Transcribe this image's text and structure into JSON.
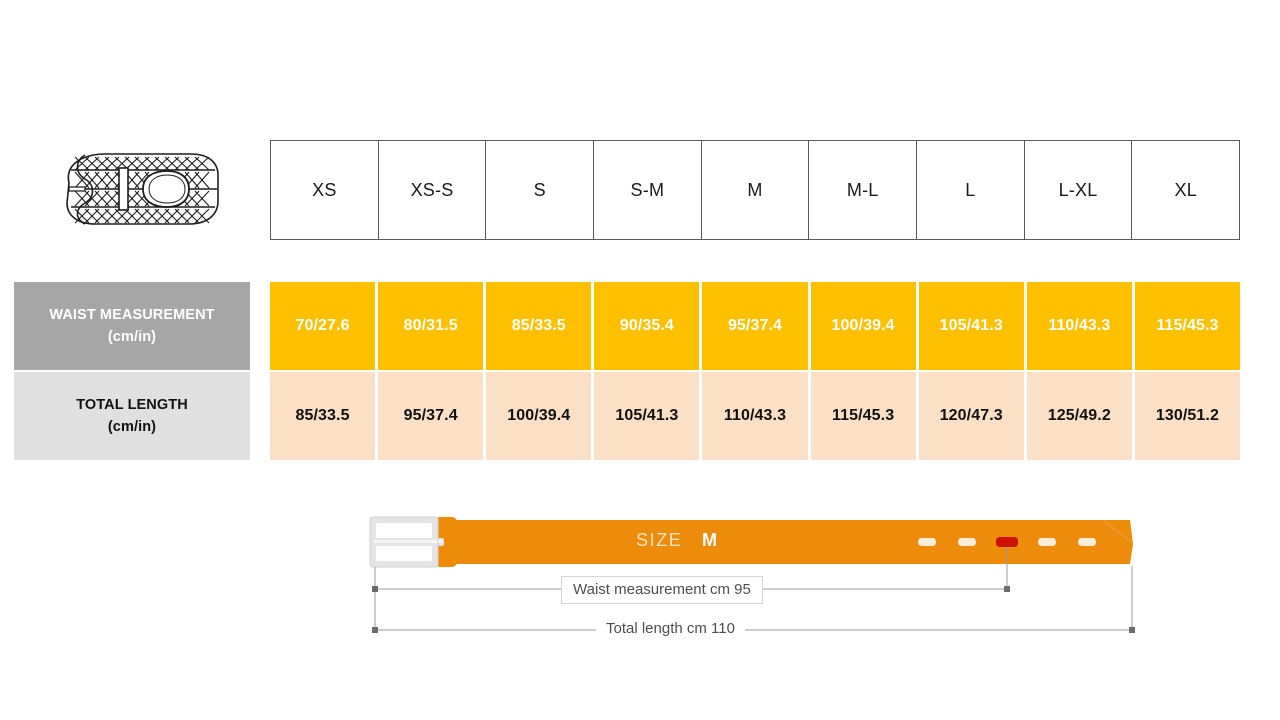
{
  "product_icon": {
    "name": "braided-belt-icon",
    "alt": "coiled braided belt"
  },
  "size_table": {
    "sizes": [
      "XS",
      "XS-S",
      "S",
      "S-M",
      "M",
      "M-L",
      "L",
      "L-XL",
      "XL"
    ],
    "rows": [
      {
        "label_line1": "WAIST MEASUREMENT",
        "label_line2": "(cm/in)",
        "values": [
          "70/27.6",
          "80/31.5",
          "85/33.5",
          "90/35.4",
          "95/37.4",
          "100/39.4",
          "105/41.3",
          "110/43.3",
          "115/45.3"
        ]
      },
      {
        "label_line1": "TOTAL LENGTH",
        "label_line2": "(cm/in)",
        "values": [
          "85/33.5",
          "95/37.4",
          "100/39.4",
          "105/41.3",
          "110/43.3",
          "115/45.3",
          "120/47.3",
          "125/49.2",
          "130/51.2"
        ]
      }
    ]
  },
  "belt_diagram": {
    "size_label": "SIZE",
    "size_value": "M",
    "waist_callout": "Waist measurement cm 95",
    "length_callout": "Total length cm 110",
    "holes_total": 5,
    "selected_hole_index": 3,
    "colors": {
      "belt": "#ED8B0B",
      "belt_dark": "#E08200",
      "buckle": "#E4E4E4",
      "selected_hole": "#CC1100",
      "hole": "#FBEFD9"
    }
  },
  "colors": {
    "waist_row_fill": "#FFC000",
    "length_row_fill": "#FBE0C6",
    "waist_label_fill": "#A6A6A6",
    "length_label_fill": "#E0E0E0",
    "table_border": "#5A5A5A"
  }
}
